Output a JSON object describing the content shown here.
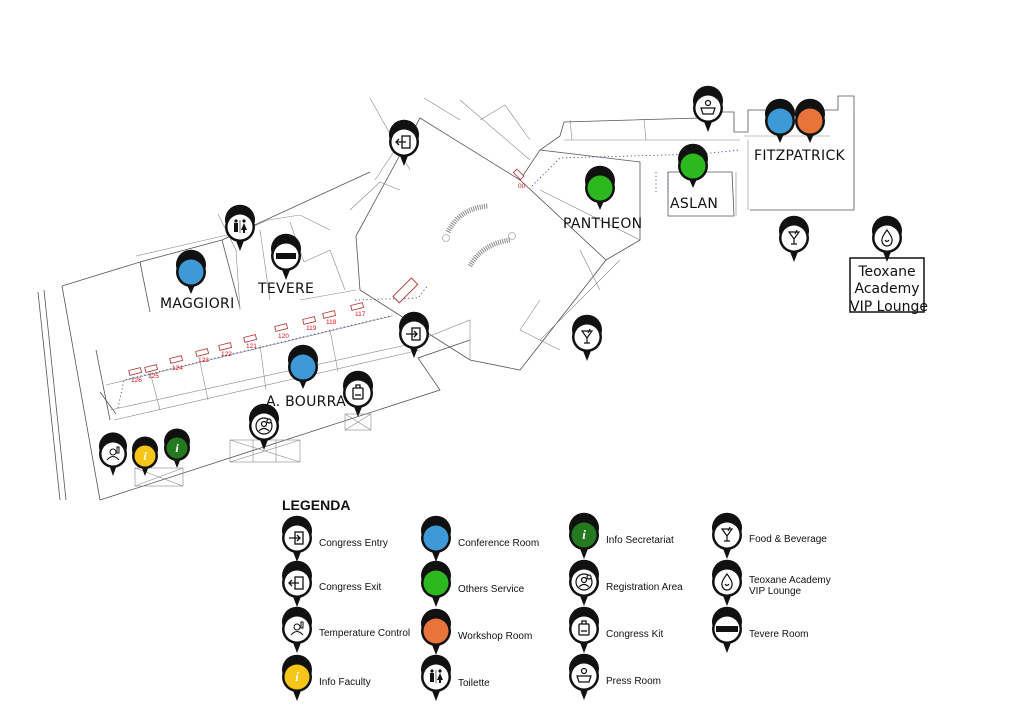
{
  "rooms": {
    "maggiori": "MAGGIORI",
    "tevere": "TEVERE",
    "a_bourra": "A. BOURRA",
    "pantheon": "PANTHEON",
    "aslan": "ASLAN",
    "fitzpatrick": "FITZPATRICK",
    "teoxane_line1": "Teoxane",
    "teoxane_line2": "Academy",
    "teoxane_line3": "VIP Lounge"
  },
  "booths": [
    "126",
    "125",
    "124",
    "123",
    "122",
    "121",
    "120",
    "119",
    "118",
    "117",
    "00"
  ],
  "colors": {
    "conference": "#3d9ad6",
    "others": "#2db81f",
    "workshop": "#e8743b",
    "info_faculty": "#f5c518",
    "info_secretariat": "#237a1f",
    "pin": "#111111",
    "booth_stroke": "#b03030",
    "path_dots": "#2630b8"
  },
  "legend": {
    "title": "LEGENDA",
    "items": [
      {
        "icon": "congress-entry-icon",
        "label": "Congress Entry"
      },
      {
        "icon": "congress-exit-icon",
        "label": "Congress Exit"
      },
      {
        "icon": "temperature-control-icon",
        "label": "Temperature Control"
      },
      {
        "icon": "info-faculty-icon",
        "label": "Info Faculty"
      },
      {
        "icon": "conference-room-icon",
        "label": "Conference Room"
      },
      {
        "icon": "others-service-icon",
        "label": "Others Service"
      },
      {
        "icon": "workshop-room-icon",
        "label": "Workshop Room"
      },
      {
        "icon": "toilette-icon",
        "label": "Toilette"
      },
      {
        "icon": "info-secretariat-icon",
        "label": "Info Secretariat"
      },
      {
        "icon": "registration-area-icon",
        "label": "Registration Area"
      },
      {
        "icon": "congress-kit-icon",
        "label": "Congress Kit"
      },
      {
        "icon": "press-room-icon",
        "label": "Press Room"
      },
      {
        "icon": "food-beverage-icon",
        "label": "Food & Beverage"
      },
      {
        "icon": "teoxane-lounge-icon",
        "label": "Teoxane Academy",
        "label2": "VIP Lounge"
      },
      {
        "icon": "tevere-room-icon",
        "label": "Tevere Room"
      }
    ]
  }
}
